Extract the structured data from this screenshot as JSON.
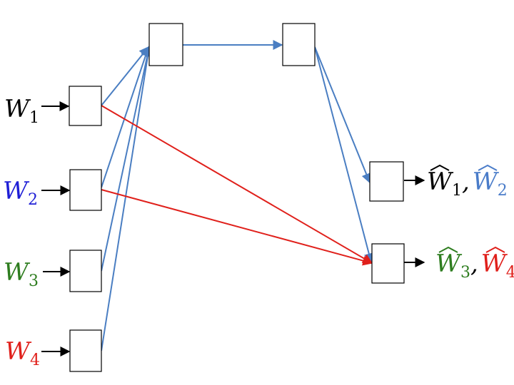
{
  "inputs": [
    {
      "symbol": "W",
      "sub": "1",
      "color": "#000000"
    },
    {
      "symbol": "W",
      "sub": "2",
      "color": "#1f1fd6"
    },
    {
      "symbol": "W",
      "sub": "3",
      "color": "#2e7d1f"
    },
    {
      "symbol": "W",
      "sub": "4",
      "color": "#e0201b"
    }
  ],
  "outputs": [
    {
      "parts": [
        {
          "symbol": "W",
          "sub": "1",
          "color": "#000000",
          "hat": true
        },
        {
          "symbol": "W",
          "sub": "2",
          "color": "#4a7cc9",
          "hat": true
        }
      ],
      "sep": ","
    },
    {
      "parts": [
        {
          "symbol": "W",
          "sub": "3",
          "color": "#2e7d1f",
          "hat": true
        },
        {
          "symbol": "W",
          "sub": "4",
          "color": "#e0201b",
          "hat": true
        }
      ],
      "sep": ","
    }
  ],
  "colors": {
    "blue_link": "#4a7ec2",
    "red_link": "#e0201b",
    "arrow": "#000000"
  }
}
